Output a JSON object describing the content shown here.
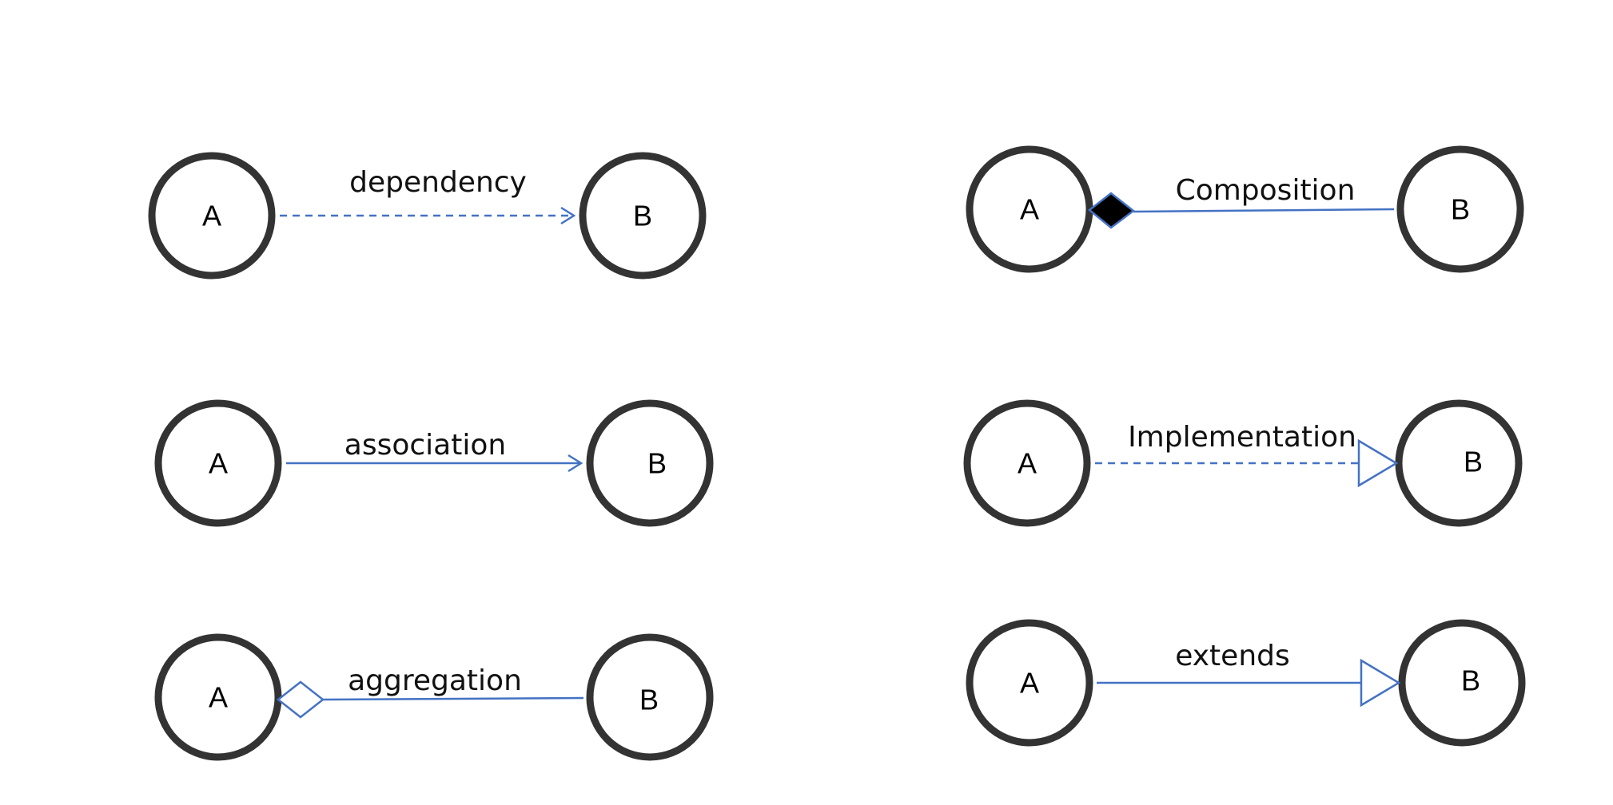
{
  "relations": [
    {
      "id": "dependency",
      "label": "dependency",
      "source": "A",
      "target": "B",
      "line_style": "dashed",
      "end_marker": "open-arrow"
    },
    {
      "id": "association",
      "label": "association",
      "source": "A",
      "target": "B",
      "line_style": "solid",
      "end_marker": "open-arrow"
    },
    {
      "id": "aggregation",
      "label": "aggregation",
      "source": "A",
      "target": "B",
      "line_style": "solid",
      "end_marker": "hollow-diamond-at-A"
    },
    {
      "id": "composition",
      "label": "Composition",
      "source": "A",
      "target": "B",
      "line_style": "solid",
      "end_marker": "filled-diamond-at-A"
    },
    {
      "id": "implementation",
      "label": "Implementation",
      "source": "A",
      "target": "B",
      "line_style": "dashed",
      "end_marker": "hollow-triangle"
    },
    {
      "id": "extends",
      "label": "extends",
      "source": "A",
      "target": "B",
      "line_style": "solid",
      "end_marker": "hollow-triangle"
    }
  ],
  "colors": {
    "connector": "#4472C4",
    "node_border": "#333333",
    "filled_marker": "#000000"
  }
}
